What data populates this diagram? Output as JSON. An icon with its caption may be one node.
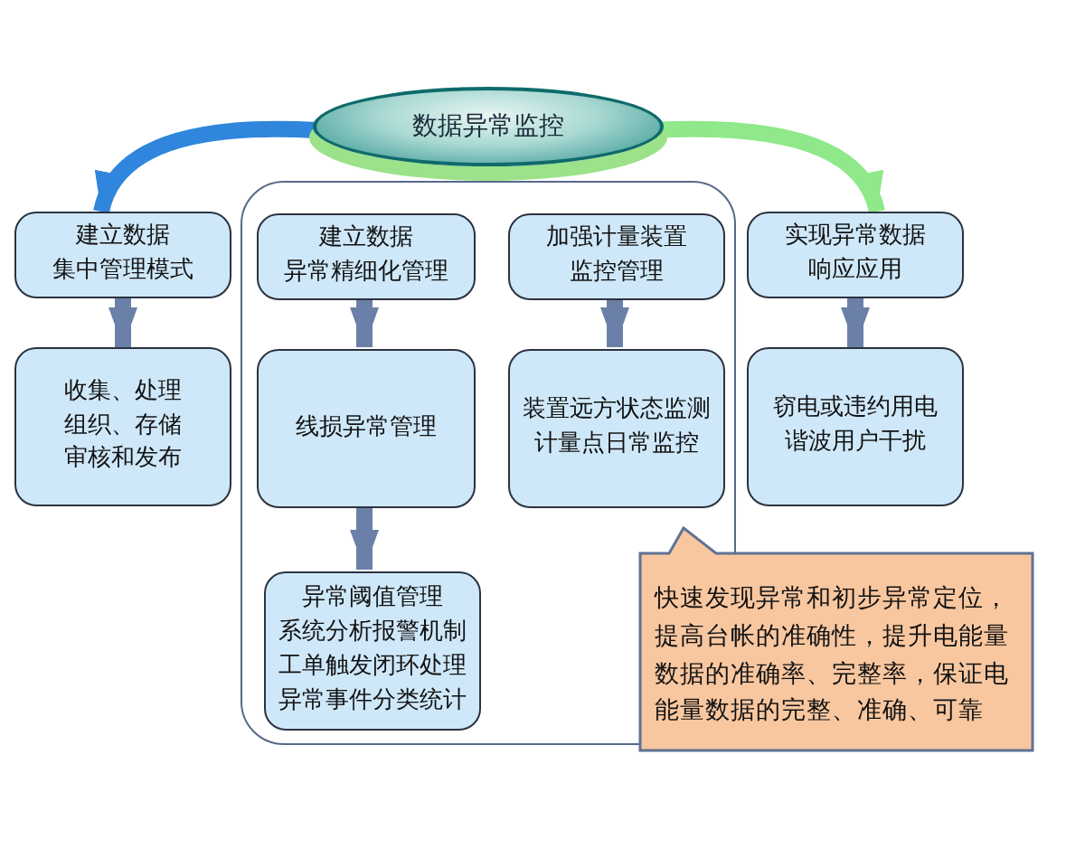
{
  "diagram": {
    "nodes": [
      {
        "text": [
          "数据异常监控"
        ]
      },
      {
        "text": [],
        "shape": "box"
      },
      {
        "text": [
          "建立数据集中管理模式"
        ]
      },
      {
        "text": [
          "建立数据异常精细化管理"
        ],
        "in": 1
      },
      {
        "text": [
          "加强计量装置监控管理"
        ],
        "in": 1
      },
      {
        "text": [
          "实现异常数据响应应用"
        ]
      },
      {
        "text": [
          "收集、处理组织、存储审核和发布"
        ]
      },
      {
        "text": [
          "线损异常管理"
        ],
        "in": 1
      },
      {
        "text": [
          "装置远方状态监测计量点日常监控"
        ],
        "in": 1
      },
      {
        "text": [
          "窃电或违约用电谐波用户干扰"
        ]
      },
      {
        "text": [
          "异常阈值管理系统分析报警机制工单触发闭环处理异常事件分类统计"
        ],
        "in": 1
      },
      {
        "text": [
          "快速发现异常和初步异常定位，提高台帐的准确性，提升电能量数据的准确率、完整率，保证电能量数据的完整、准确、可靠"
        ]
      }
    ],
    "edges": [
      {
        "from": 0,
        "to": 2,
        "arrow": "to",
        "color": "#2f86dc"
      },
      {
        "from": 0,
        "to": 5,
        "arrow": "to",
        "color": "#8fe88a"
      },
      {
        "from": 2,
        "to": 6,
        "arrow": "to"
      },
      {
        "from": 3,
        "to": 7,
        "arrow": "to"
      },
      {
        "from": 4,
        "to": 8,
        "arrow": "to"
      },
      {
        "from": 5,
        "to": 9,
        "arrow": "to"
      },
      {
        "from": 7,
        "to": 10,
        "arrow": "to"
      }
    ]
  }
}
